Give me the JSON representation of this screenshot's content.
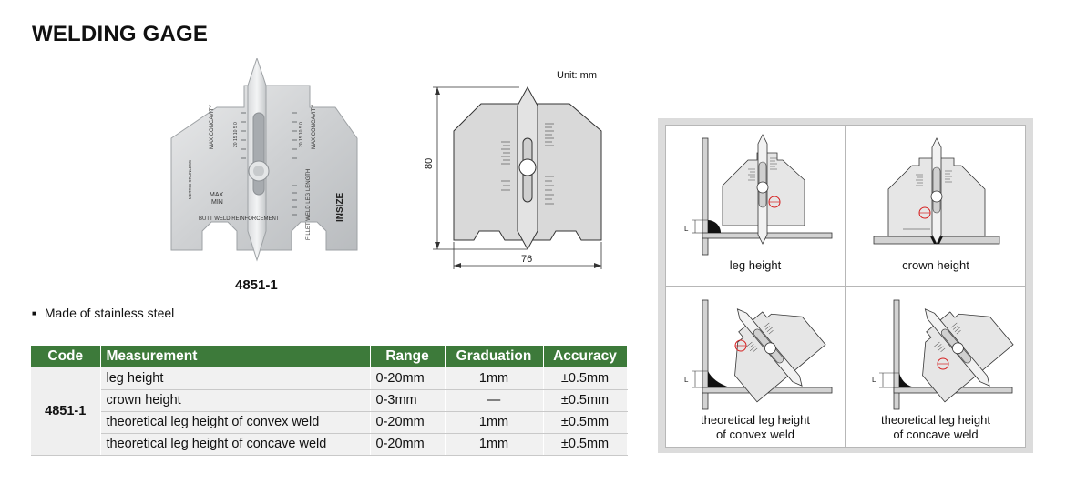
{
  "page": {
    "title": "WELDING GAGE",
    "product_code": "4851-1",
    "unit": "Unit: mm",
    "features": [
      "Made of stainless steel"
    ]
  },
  "drawing": {
    "height_dim": "80",
    "width_dim": "76"
  },
  "gage_marks": {
    "max_concavity_left": "MAX\nCONCAVITY",
    "max_concavity_right": "MAX\nCONCAVITY",
    "scale_numbers": "20 15 10 5 0",
    "metric_stainless": "METRIC\nSTAINLESS",
    "max": "MAX",
    "min": "MIN",
    "butt_weld": "BUTT WELD\nREINFORCEMENT",
    "fillet_weld": "FILLET WELD\nLEG LENGTH",
    "brand": "INSIZE"
  },
  "spec_table": {
    "headers": [
      "Code",
      "Measurement",
      "Range",
      "Graduation",
      "Accuracy"
    ],
    "code": "4851-1",
    "rows": [
      {
        "measurement": "leg height",
        "range": "0-20mm",
        "graduation": "1mm",
        "accuracy": "±0.5mm"
      },
      {
        "measurement": "crown height",
        "range": "0-3mm",
        "graduation": "—",
        "accuracy": "±0.5mm"
      },
      {
        "measurement": "theoretical leg height of convex weld",
        "range": "0-20mm",
        "graduation": "1mm",
        "accuracy": "±0.5mm"
      },
      {
        "measurement": "theoretical leg height of concave weld",
        "range": "0-20mm",
        "graduation": "1mm",
        "accuracy": "±0.5mm"
      }
    ]
  },
  "usage": {
    "leg_height": "leg height",
    "crown_height": "crown height",
    "convex_line1": "theoretical leg height",
    "convex_line2": "of convex weld",
    "concave_line1": "theoretical leg height",
    "concave_line2": "of concave weld",
    "L_mark": "L"
  },
  "colors": {
    "table_header": "#3d7a3a",
    "table_cell": "#f1f1f1",
    "panel_bg": "#dcdcdc",
    "accent_red": "#d62020"
  }
}
